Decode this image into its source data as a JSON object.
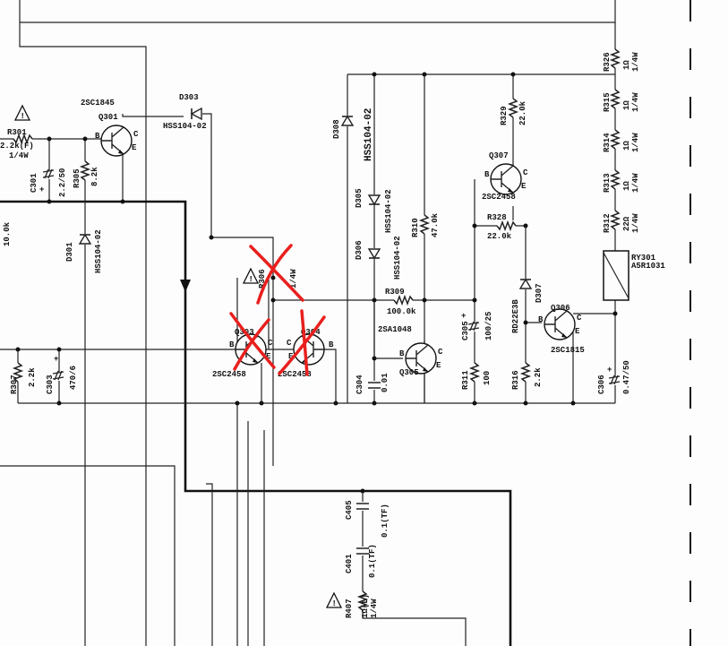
{
  "title": "Protection circuit schematic",
  "colors": {
    "ink": "#111111",
    "markup": "#e8201e"
  },
  "components": {
    "r301": {
      "ref": "R301",
      "value": "2.2k(F)",
      "power": "1/4W"
    },
    "c301": {
      "ref": "C301",
      "value": "2.2/50",
      "pol": "+"
    },
    "r305": {
      "ref": "R305",
      "value": "8.2k"
    },
    "q301": {
      "ref": "Q301",
      "part": "2SC1845"
    },
    "d303": {
      "ref": "D303",
      "part": "HSS104-02"
    },
    "d301": {
      "ref": "D301",
      "part": "HSS104-02"
    },
    "r_left": {
      "value": "10.0k"
    },
    "d308": {
      "ref": "D308",
      "part": "HSS104-02"
    },
    "d305": {
      "ref": "D305",
      "part": "HSS104-02"
    },
    "d306": {
      "ref": "D306",
      "part": "HSS104-02"
    },
    "r310": {
      "ref": "R310",
      "value": "47.0k"
    },
    "r329": {
      "ref": "R329",
      "value": "22.0k"
    },
    "q307": {
      "ref": "Q307",
      "part": "2SC2458"
    },
    "r328": {
      "ref": "R328",
      "value": "22.0k"
    },
    "r306": {
      "ref": "R306",
      "value": "1/4W"
    },
    "r309": {
      "ref": "R309",
      "value": "100.0k"
    },
    "q303": {
      "ref": "Q303",
      "part": "2SC2458"
    },
    "q304": {
      "ref": "Q304",
      "part": "2SC2458"
    },
    "q305": {
      "ref": "Q305",
      "part": "2SA1048"
    },
    "c304": {
      "ref": "C304",
      "value": "0.01"
    },
    "c305": {
      "ref": "C305",
      "value": "100/25",
      "pol": "+"
    },
    "r311": {
      "ref": "R311",
      "value": "100"
    },
    "r316": {
      "ref": "R316",
      "value": "2.2k"
    },
    "d307": {
      "ref": "D307",
      "part": "RD22E3B"
    },
    "q306": {
      "ref": "Q306",
      "part": "2SC1815"
    },
    "c306": {
      "ref": "C306",
      "value": "0.47/50",
      "pol": "+"
    },
    "ry301": {
      "ref": "RY301",
      "part": "A5R1031"
    },
    "r326": {
      "ref": "R326",
      "value": "1Ω",
      "power": "1/4W"
    },
    "r315": {
      "ref": "R315",
      "value": "1Ω",
      "power": "1/4W"
    },
    "r314": {
      "ref": "R314",
      "value": "1Ω",
      "power": "1/4W"
    },
    "r313": {
      "ref": "R313",
      "value": "1Ω",
      "power": "1/4W"
    },
    "r312": {
      "ref": "R312",
      "value": "22Ω",
      "power": "1/4W"
    },
    "r307": {
      "ref": "R307",
      "value": "2.2k"
    },
    "c303": {
      "ref": "C303",
      "value": "470/6",
      "pol": "+"
    },
    "c405": {
      "ref": "C405",
      "value": "0.1(TF)"
    },
    "c401": {
      "ref": "C401",
      "value": "0.1(TF)"
    },
    "r407": {
      "ref": "R407",
      "value": "1Ω(L)",
      "power": "1/4W"
    }
  },
  "pins": {
    "b": "B",
    "c": "C",
    "e": "E"
  },
  "warning": "!"
}
